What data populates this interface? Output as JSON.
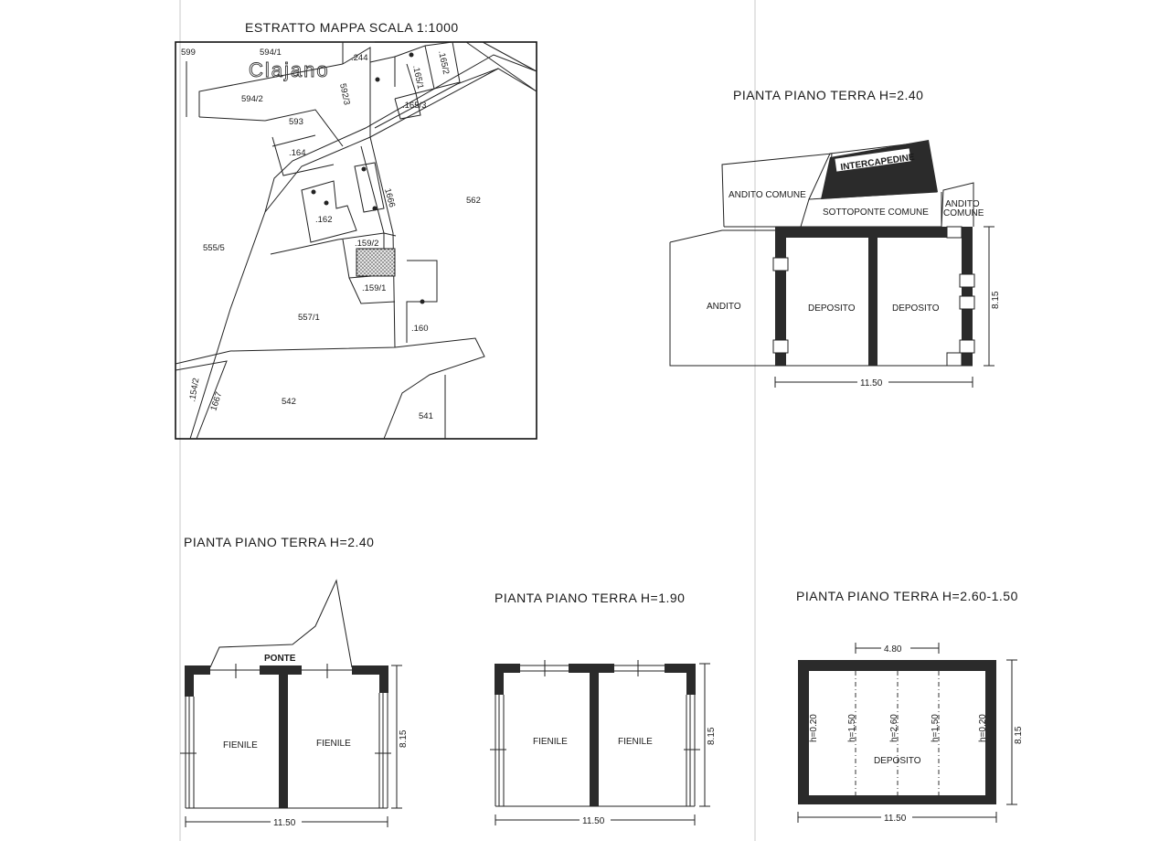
{
  "cadastral": {
    "title": "ESTRATTO MAPPA SCALA 1:1000",
    "locality": "Clajano",
    "parcels": {
      "p599": "599",
      "p594_1": "594/1",
      "p244": ".244",
      "p594_2": "594/2",
      "p592_3": "592/3",
      "p165_1": ".165/1",
      "p165_2": ".165/2",
      "p165_3": ".165/3",
      "p593": "593",
      "p164": ".164",
      "p162": ".162",
      "p1666": "1666",
      "p562": "562",
      "p555_5": "555/5",
      "p159_2": ".159/2",
      "p159_1": ".159/1",
      "p557_1": "557/1",
      "p160": ".160",
      "p154_2": ".154/2",
      "p1667": "1667",
      "p542": "542",
      "p541": "541"
    }
  },
  "plan_top": {
    "title": "PIANTA PIANO TERRA H=2.40",
    "rooms": {
      "intercapedine": "INTERCAPEDINE",
      "andito_comune_left": "ANDITO COMUNE",
      "sottoponte_comune": "SOTTOPONTE COMUNE",
      "andito_comune_right_1": "ANDITO",
      "andito_comune_right_2": "COMUNE",
      "andito": "ANDITO",
      "deposito_1": "DEPOSITO",
      "deposito_2": "DEPOSITO"
    },
    "dims": {
      "width": "11.50",
      "depth": "8.15"
    }
  },
  "plan_bl": {
    "title": "PIANTA PIANO TERRA H=2.40",
    "rooms": {
      "ponte": "PONTE",
      "fienile_1": "FIENILE",
      "fienile_2": "FIENILE"
    },
    "dims": {
      "width": "11.50",
      "depth": "8.15"
    }
  },
  "plan_bm": {
    "title": "PIANTA PIANO TERRA H=1.90",
    "rooms": {
      "fienile_1": "FIENILE",
      "fienile_2": "FIENILE"
    },
    "dims": {
      "width": "11.50",
      "depth": "8.15"
    }
  },
  "plan_br": {
    "title": "PIANTA PIANO TERRA H=2.60-1.50",
    "rooms": {
      "deposito": "DEPOSITO"
    },
    "heights": {
      "h1": "h=0.20",
      "h2": "h=1.50",
      "h3": "h=2.60",
      "h4": "h=1.50",
      "h5": "h=0.20"
    },
    "dims": {
      "width": "11.50",
      "depth": "8.15",
      "inner": "4.80"
    }
  }
}
